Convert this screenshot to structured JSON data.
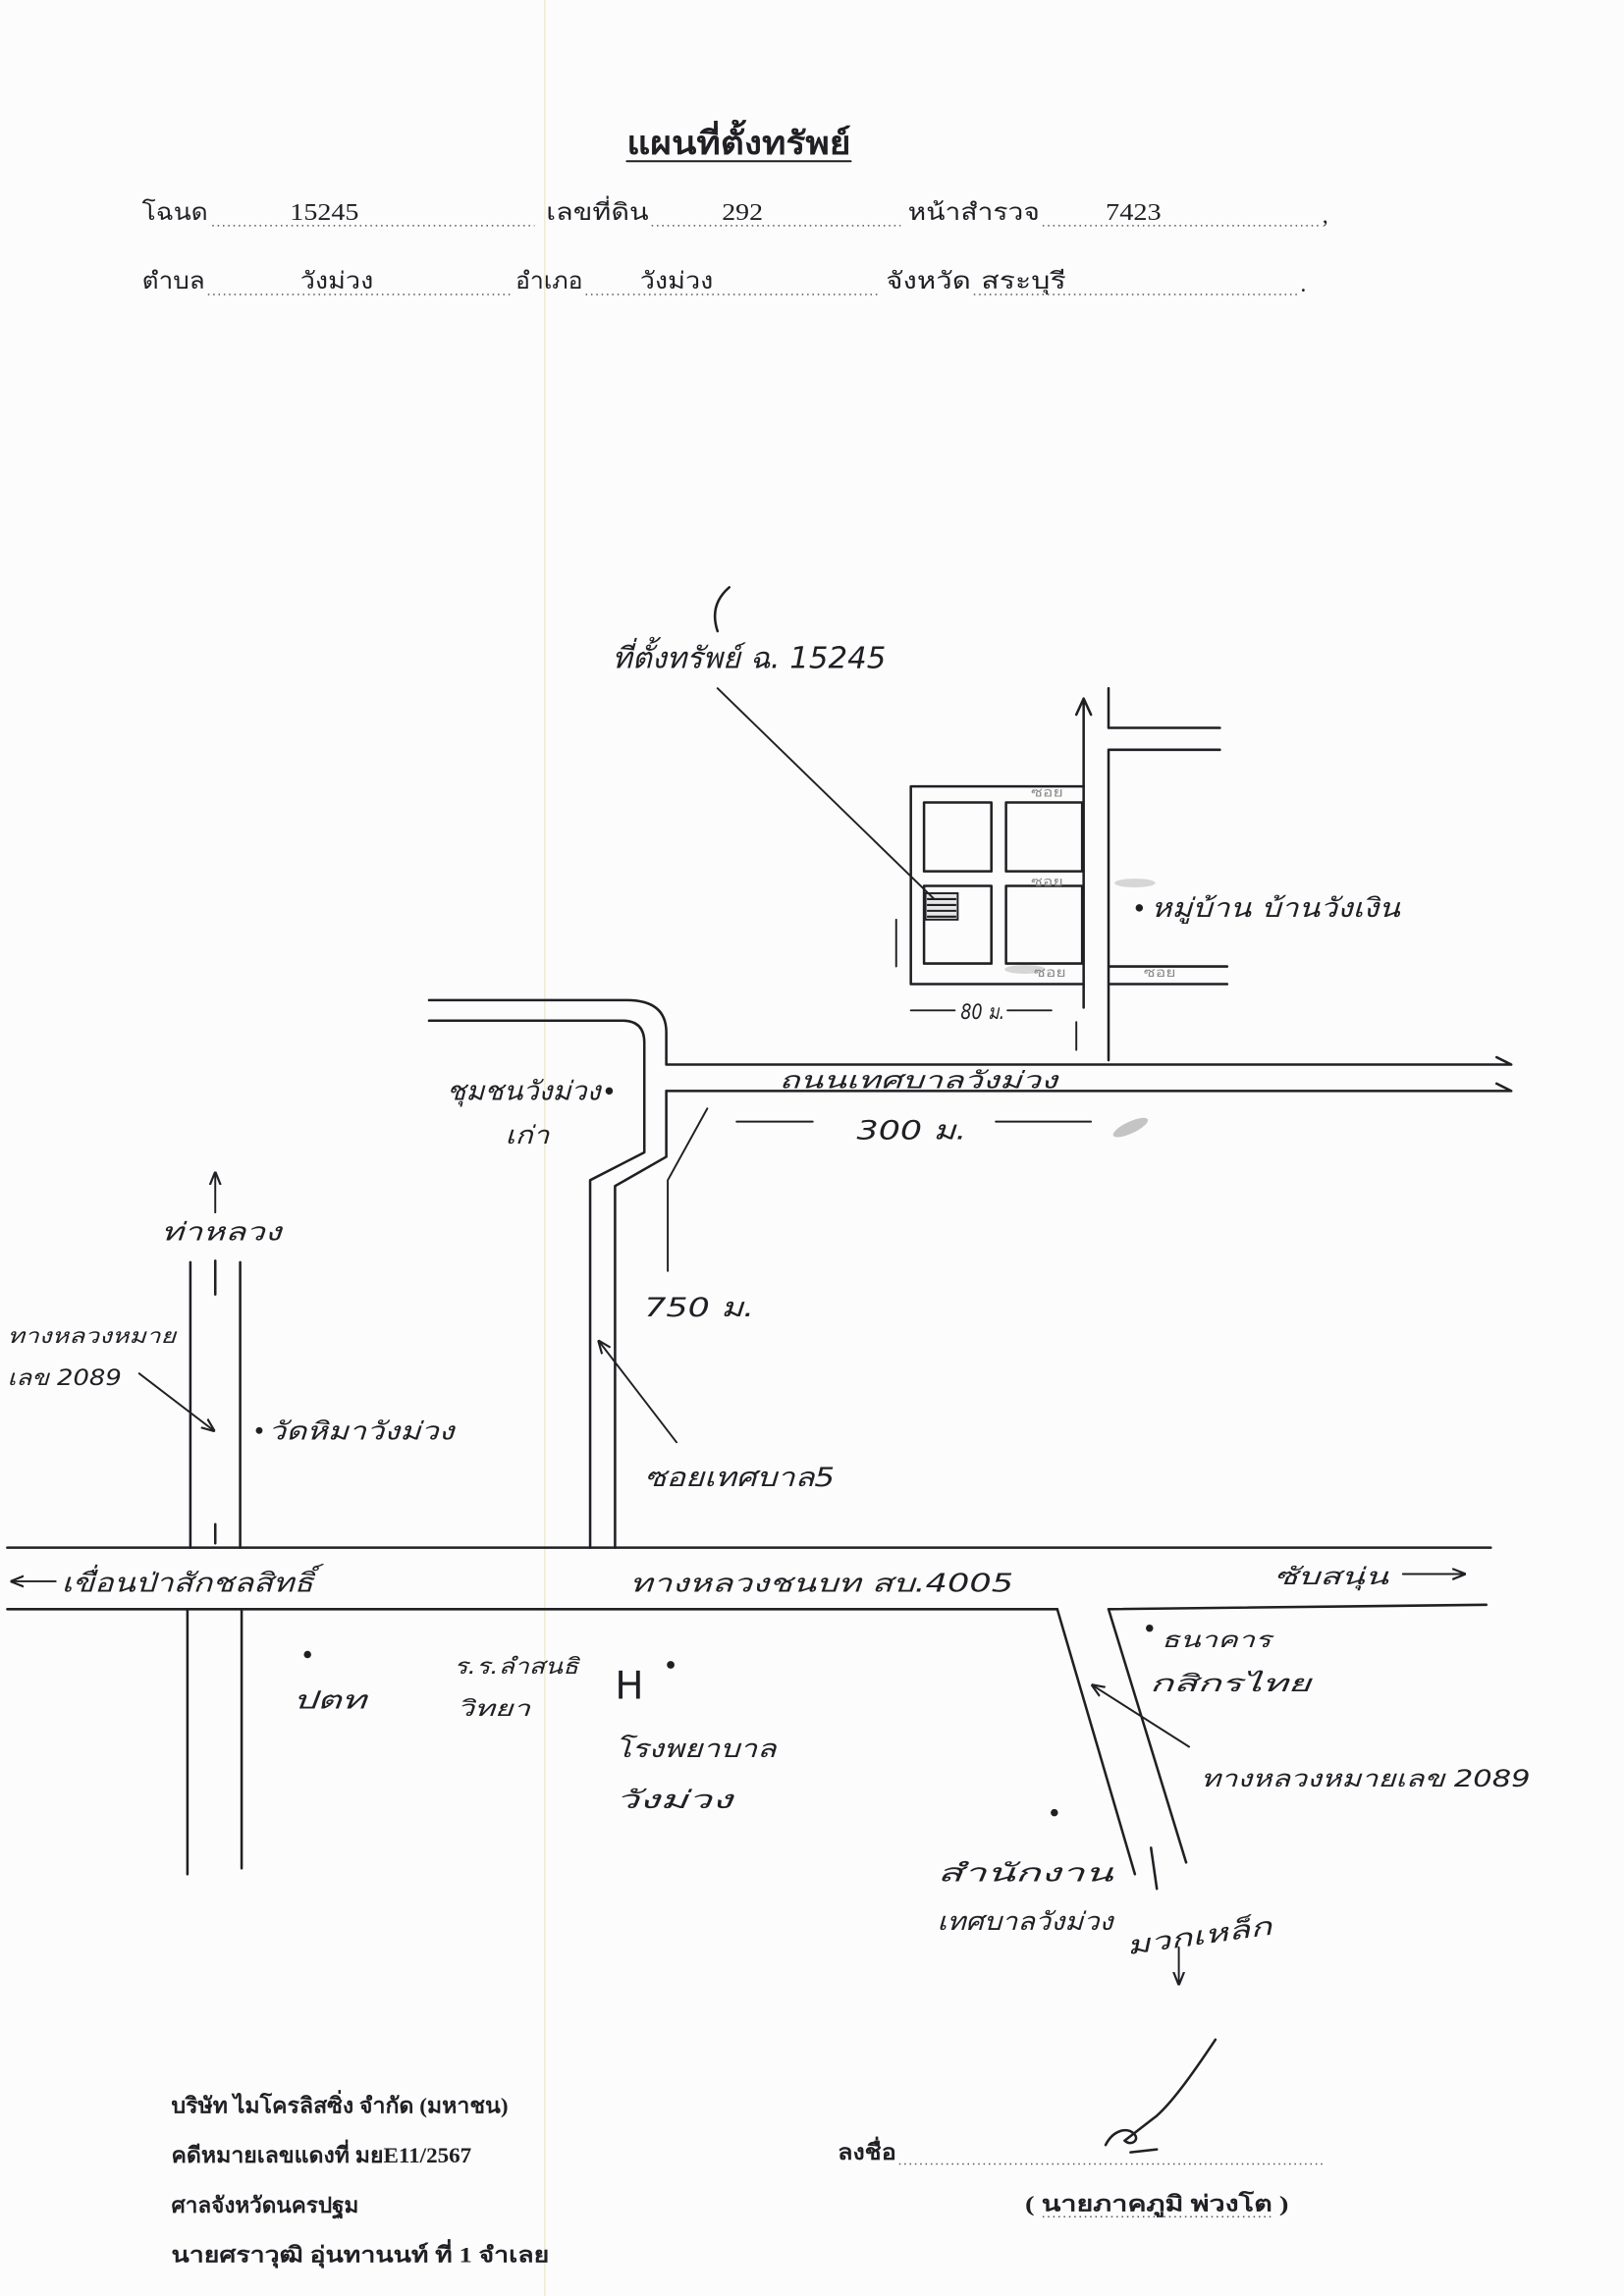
{
  "colors": {
    "paper": "#fcfcfd",
    "ink": "#202024",
    "faint": "#8a8a8a"
  },
  "header": {
    "title": "แผนที่ตั้งทรัพย์",
    "deed_label": "โฉนด",
    "deed_value": "15245",
    "land_no_label": "เลขที่ดิน",
    "land_no_value": "292",
    "survey_page_label": "หน้าสำรวจ",
    "survey_page_value": "7423",
    "row1_end": ",",
    "subdistrict_label": "ตำบล",
    "subdistrict_value": "วังม่วง",
    "district_label": "อำเภอ",
    "district_value": "วังม่วง",
    "province_label": "จังหวัด",
    "province_value": "สระบุรี",
    "row2_end": "."
  },
  "map": {
    "property": "ที่ตั้งทรัพย์ ฉ. 15245",
    "village": "หมู่บ้าน บ้านวังเงิน",
    "soi_marks": [
      "ซอย",
      "ซอย",
      "ซอย",
      "ซอย"
    ],
    "distance_80": "80 ม.",
    "municipal_road": "ถนนเทศบาลวังม่วง",
    "distance_300": "300 ม.",
    "community": [
      "ชุมชนวังม่วง",
      "เก่า"
    ],
    "distance_750": "750 ม.",
    "soi_5": "ซอยเทศบาล5",
    "north_destination": "ท่าหลวง",
    "highway_2089_north": [
      "ทางหลวงหมาย",
      "เลข 2089"
    ],
    "temple": "วัดหิมาวังม่วง",
    "west_destination": "เขื่อนป่าสักชลสิทธิ์",
    "main_road": "ทางหลวงชนบท สบ.4005",
    "east_destination": "ซับสนุ่น",
    "gas_station": "ปตท",
    "school": [
      "ร.ร.ลำสนธิ",
      "วิทยา"
    ],
    "hospital_symbol": "H",
    "hospital": [
      "โรงพยาบาล",
      "วังม่วง"
    ],
    "bank": [
      "ธนาคาร",
      "กสิกรไทย"
    ],
    "highway_2089_south": "ทางหลวงหมายเลข 2089",
    "municipal_office": [
      "สำนักงาน",
      "เทศบาลวังม่วง"
    ],
    "south_destination": "มวกเหล็ก"
  },
  "footer": {
    "company": "บริษัท ไมโครลิสซิ่ง จำกัด (มหาชน)",
    "case_no": "คดีหมายเลขแดงที่ มยE11/2567",
    "court": "ศาลจังหวัดนครปฐม",
    "defendant": "นายศราวุฒิ  อุ่นทานนท์ ที่ 1 จำเลย",
    "sign_label": "ลงชื่อ",
    "signer": "( นายภาคภูมิ พ่วงโต )"
  }
}
